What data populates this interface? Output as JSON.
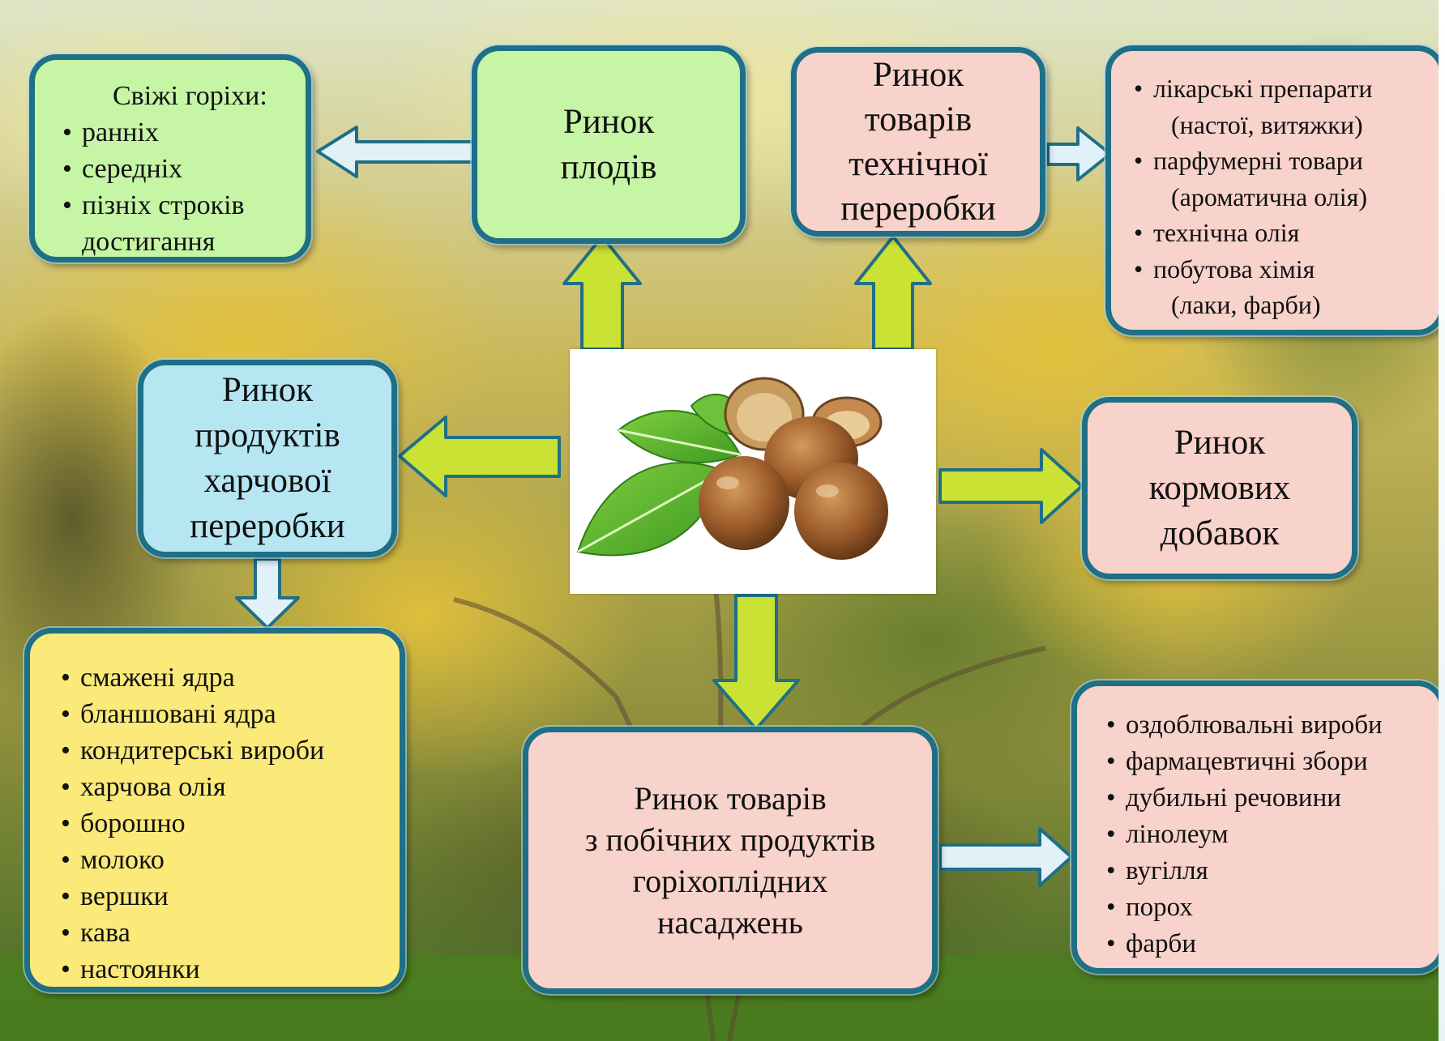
{
  "diagram": {
    "fresh_nuts": {
      "heading": "Свіжі горіхи:",
      "items": [
        "ранніх",
        "середніх",
        "пізніх строків"
      ],
      "continuation": "достигання"
    },
    "fruit_market": {
      "lines": [
        "Ринок",
        "плодів"
      ]
    },
    "technical_market": {
      "lines": [
        "Ринок",
        "товарів",
        "технічної",
        "переробки"
      ]
    },
    "technical_products": {
      "items": [
        {
          "text": "лікарські препарати",
          "sub": "(настої, витяжки)"
        },
        {
          "text": "парфумерні товари",
          "sub": "(ароматична олія)"
        },
        {
          "text": "технічна олія",
          "sub": ""
        },
        {
          "text": "побутова хімія",
          "sub": "(лаки, фарби)"
        }
      ]
    },
    "food_market": {
      "lines": [
        "Ринок",
        "продуктів",
        "харчової",
        "переробки"
      ]
    },
    "feed_market": {
      "lines": [
        "Ринок",
        "кормових",
        "добавок"
      ]
    },
    "food_products": {
      "items": [
        "смажені ядра",
        "бланшовані ядра",
        "кондитерські вироби",
        "харчова олія",
        "борошно",
        "молоко",
        "вершки",
        "кава",
        "настоянки"
      ]
    },
    "byproducts_market": {
      "lines": [
        "Ринок товарів",
        "з побічних продуктів",
        "горіхоплідних",
        "насаджень"
      ]
    },
    "byproducts_items": {
      "items": [
        "оздоблювальні вироби",
        "фармацевтичні збори",
        "дубильні речовини",
        "лінолеум",
        "вугілля",
        "порох",
        "фарби"
      ]
    }
  },
  "colors": {
    "border": "#1f6f86",
    "green": "#c6f5a6",
    "pink": "#f8d3cb",
    "blue": "#b5e6f1",
    "yellow": "#fbe97a",
    "arrow_green": "#c9e233",
    "arrow_light": "#e0f1f7"
  },
  "images": {
    "center": "hazelnuts-with-leaves",
    "background": "hazel-tree-autumn-foliage"
  }
}
